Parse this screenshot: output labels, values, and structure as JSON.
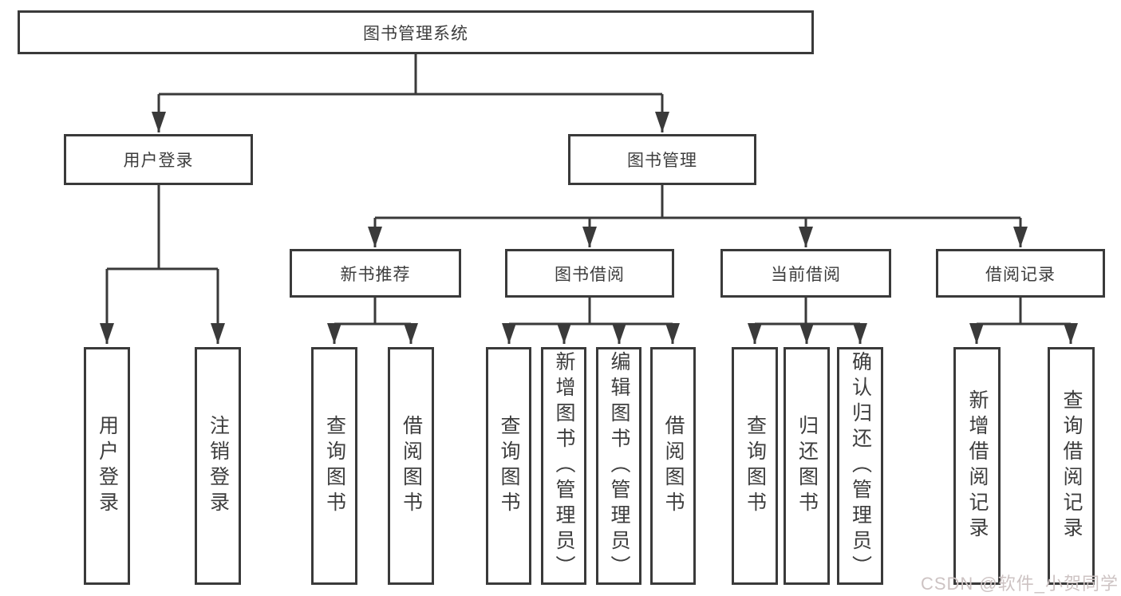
{
  "tree": {
    "label": "图书管理系统",
    "children": [
      {
        "label": "用户登录",
        "children": [
          {
            "label": "用户登录"
          },
          {
            "label": "注销登录"
          }
        ]
      },
      {
        "label": "图书管理",
        "children": [
          {
            "label": "新书推荐",
            "children": [
              {
                "label": "查询图书"
              },
              {
                "label": "借阅图书"
              }
            ]
          },
          {
            "label": "图书借阅",
            "children": [
              {
                "label": "查询图书"
              },
              {
                "label": "新增图书（管理员）"
              },
              {
                "label": "编辑图书（管理员）"
              },
              {
                "label": "借阅图书"
              }
            ]
          },
          {
            "label": "当前借阅",
            "children": [
              {
                "label": "查询图书"
              },
              {
                "label": "归还图书"
              },
              {
                "label": "确认归还（管理员）"
              }
            ]
          },
          {
            "label": "借阅记录",
            "children": [
              {
                "label": "新增借阅记录"
              },
              {
                "label": "查询借阅记录"
              }
            ]
          }
        ]
      }
    ]
  },
  "watermark": "CSDN @软件_小贺同学",
  "colors": {
    "line": "#3a3a3a",
    "text": "#3d3d3d",
    "watermark": "#cdc3c3",
    "background": "#ffffff"
  }
}
